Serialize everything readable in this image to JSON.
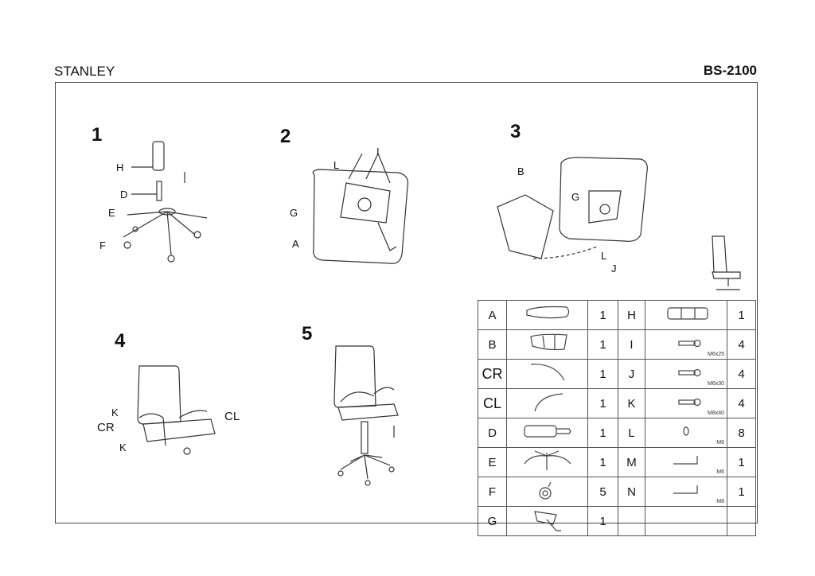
{
  "header": {
    "title": "STANLEY",
    "model": "BS-2100"
  },
  "steps": [
    {
      "number": "1",
      "labels": [
        "H",
        "D",
        "E",
        "F"
      ]
    },
    {
      "number": "2",
      "labels": [
        "I",
        "L",
        "G",
        "A"
      ]
    },
    {
      "number": "3",
      "labels": [
        "B",
        "G",
        "L",
        "J"
      ]
    },
    {
      "number": "4",
      "labels": [
        "K",
        "CR",
        "K",
        "CL"
      ]
    },
    {
      "number": "5"
    }
  ],
  "parts": [
    {
      "left": {
        "code": "A",
        "qty": "1",
        "icon": "seat-icon"
      },
      "right": {
        "code": "H",
        "qty": "1",
        "icon": "gas-lift-cover-icon",
        "size": ""
      }
    },
    {
      "left": {
        "code": "B",
        "qty": "1",
        "icon": "backrest-icon"
      },
      "right": {
        "code": "I",
        "qty": "4",
        "icon": "bolt-icon",
        "size": "M6x25"
      }
    },
    {
      "left": {
        "code": "CR",
        "qty": "1",
        "icon": "right-armrest-icon"
      },
      "right": {
        "code": "J",
        "qty": "4",
        "icon": "bolt-icon",
        "size": "M6x30"
      }
    },
    {
      "left": {
        "code": "CL",
        "qty": "1",
        "icon": "left-armrest-icon"
      },
      "right": {
        "code": "K",
        "qty": "4",
        "icon": "bolt-icon",
        "size": "M8x40"
      }
    },
    {
      "left": {
        "code": "D",
        "qty": "1",
        "icon": "gas-lift-icon"
      },
      "right": {
        "code": "L",
        "qty": "8",
        "icon": "washer-icon",
        "size": "M6"
      }
    },
    {
      "left": {
        "code": "E",
        "qty": "1",
        "icon": "base-icon"
      },
      "right": {
        "code": "M",
        "qty": "1",
        "icon": "allen-key-icon",
        "size": "M6"
      }
    },
    {
      "left": {
        "code": "F",
        "qty": "5",
        "icon": "caster-icon"
      },
      "right": {
        "code": "N",
        "qty": "1",
        "icon": "allen-key-icon",
        "size": "M8"
      }
    },
    {
      "left": {
        "code": "G",
        "qty": "1",
        "icon": "mechanism-icon"
      }
    }
  ]
}
